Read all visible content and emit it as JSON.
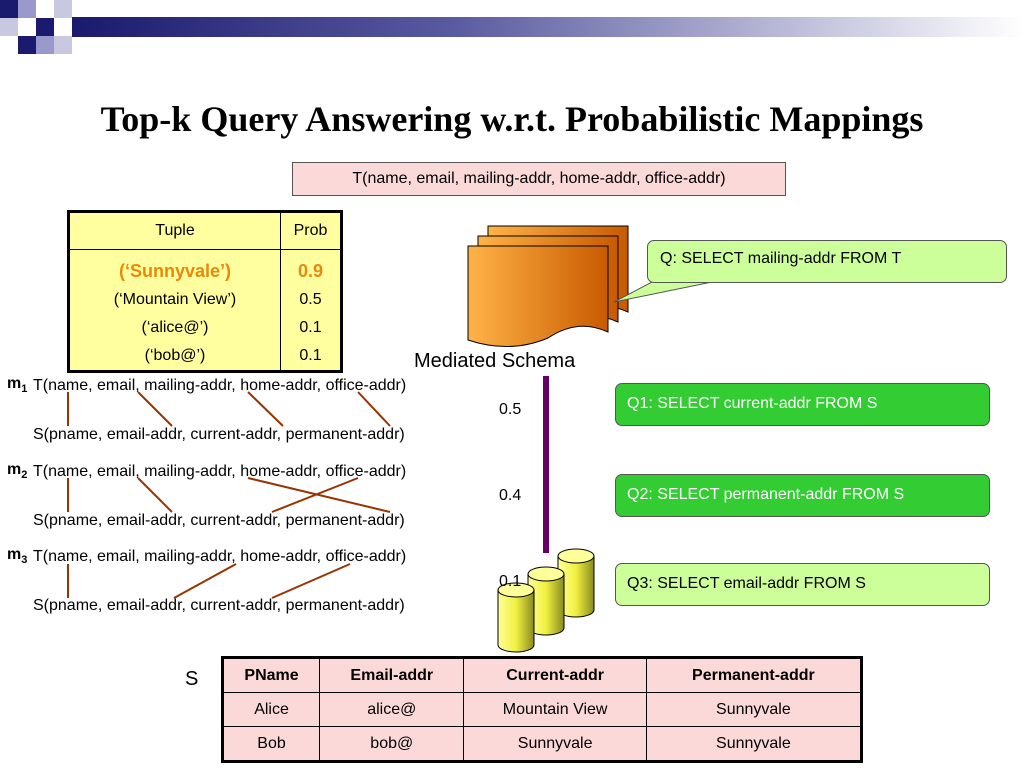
{
  "slide": {
    "title": "Top-k Query Answering w.r.t. Probabilistic Mappings",
    "mediated_schema_text": "T(name, email, mailing-addr, home-addr, office-addr)",
    "mediated_schema_label": "Mediated Schema",
    "query": "Q: SELECT mailing-addr FROM T",
    "result_table": {
      "headers": [
        "Tuple",
        "Prob"
      ],
      "rows": [
        {
          "tuple": "(‘Sunnyvale’)",
          "prob": "0.9"
        },
        {
          "tuple": "(‘Mountain View’)",
          "prob": "0.5"
        },
        {
          "tuple": "(‘alice@’)",
          "prob": "0.1"
        },
        {
          "tuple": "(‘bob@’)",
          "prob": "0.1"
        }
      ]
    },
    "mappings": [
      {
        "label": "m",
        "sub": "1",
        "target": "T(name, email, mailing-addr, home-addr, office-addr)",
        "source": "S(pname, email-addr, current-addr, permanent-addr)",
        "prob": "0.5"
      },
      {
        "label": "m",
        "sub": "2",
        "target": "T(name, email, mailing-addr, home-addr, office-addr)",
        "source": "S(pname, email-addr, current-addr, permanent-addr)",
        "prob": "0.4"
      },
      {
        "label": "m",
        "sub": "3",
        "target": "T(name, email, mailing-addr, home-addr, office-addr)",
        "source": "S(pname, email-addr, current-addr, permanent-addr)",
        "prob": "0.1"
      }
    ],
    "reformulated_queries": [
      "Q1: SELECT current-addr FROM S",
      "Q2: SELECT permanent-addr FROM S",
      "Q3: SELECT email-addr FROM S"
    ],
    "source_label": "S",
    "source_table": {
      "headers": [
        "PName",
        "Email-addr",
        "Current-addr",
        "Permanent-addr"
      ],
      "rows": [
        [
          "Alice",
          "alice@",
          "Mountain View",
          "Sunnyvale"
        ],
        [
          "Bob",
          "bob@",
          "Sunnyvale",
          "Sunnyvale"
        ]
      ]
    },
    "colors": {
      "schema_box": "#fcd9d9",
      "result_table": "#ffffa0",
      "highlight": "#e8890b",
      "query_callout": "#ccff99",
      "q_dark": "#33cc33",
      "q_light": "#ccff99",
      "mapping_line": "#993300",
      "connector": "#660066"
    }
  }
}
